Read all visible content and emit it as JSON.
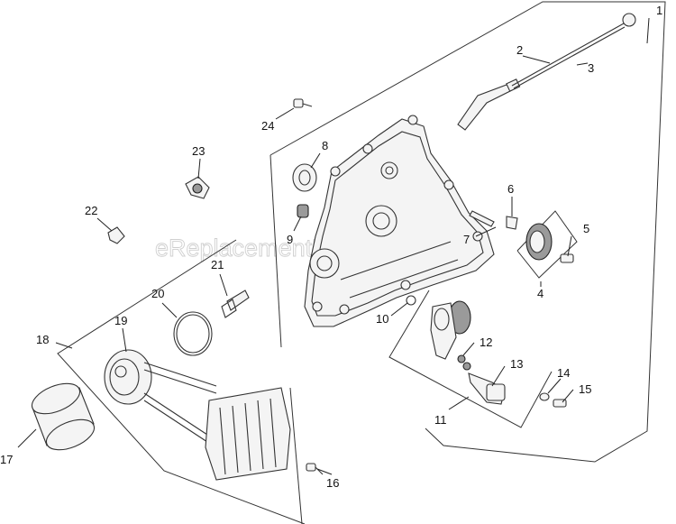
{
  "watermark": "eReplacementParts.com",
  "callouts": [
    {
      "id": "c1",
      "text": "1"
    },
    {
      "id": "c2",
      "text": "2"
    },
    {
      "id": "c3",
      "text": "3"
    },
    {
      "id": "c4",
      "text": "4"
    },
    {
      "id": "c5",
      "text": "5"
    },
    {
      "id": "c6",
      "text": "6"
    },
    {
      "id": "c7",
      "text": "7"
    },
    {
      "id": "c8",
      "text": "8"
    },
    {
      "id": "c9",
      "text": "9"
    },
    {
      "id": "c10",
      "text": "10"
    },
    {
      "id": "c11",
      "text": "11"
    },
    {
      "id": "c12",
      "text": "12"
    },
    {
      "id": "c13",
      "text": "13"
    },
    {
      "id": "c14",
      "text": "14"
    },
    {
      "id": "c15",
      "text": "15"
    },
    {
      "id": "c16",
      "text": "16"
    },
    {
      "id": "c17",
      "text": "17"
    },
    {
      "id": "c18",
      "text": "18"
    },
    {
      "id": "c19",
      "text": "19"
    },
    {
      "id": "c20",
      "text": "20"
    },
    {
      "id": "c21",
      "text": "21"
    },
    {
      "id": "c22",
      "text": "22"
    },
    {
      "id": "c23",
      "text": "23"
    },
    {
      "id": "c24",
      "text": "24"
    }
  ]
}
